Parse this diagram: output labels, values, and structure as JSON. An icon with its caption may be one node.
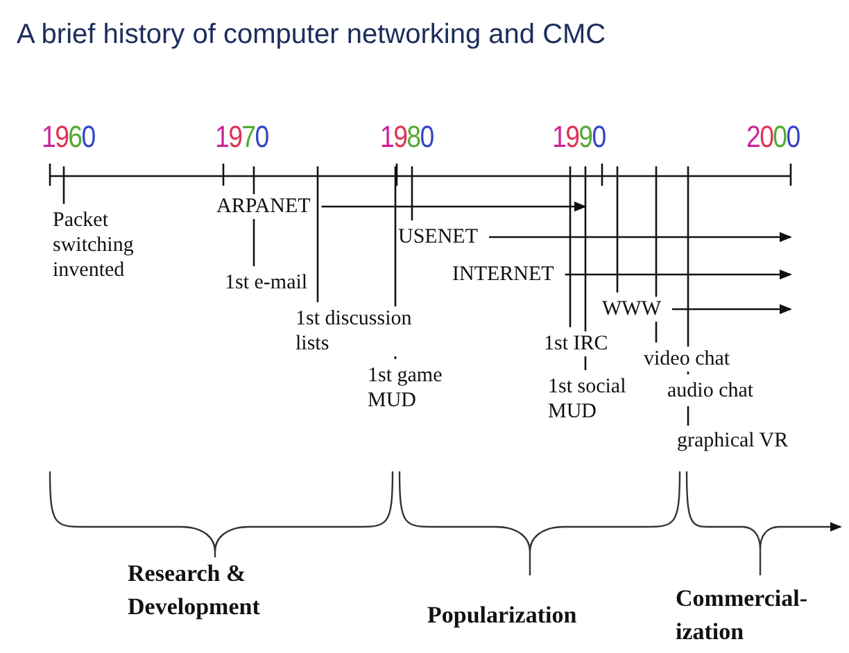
{
  "diagram": {
    "title": "A brief history of computer networking and CMC",
    "nodes": [
      {
        "text": [
          "Packet switching invented"
        ]
      },
      {
        "text": [
          "ARPANET"
        ]
      },
      {
        "text": [
          "1st e-mail"
        ]
      },
      {
        "text": [
          "USENET"
        ]
      },
      {
        "text": [
          "1st discussion lists"
        ]
      },
      {
        "text": [
          "INTERNET"
        ]
      },
      {
        "text": [
          "WWW"
        ]
      },
      {
        "text": [
          "1st IRC"
        ]
      },
      {
        "text": [
          "1st game MUD"
        ]
      },
      {
        "text": [
          "video chat"
        ]
      },
      {
        "text": [
          "1st social MUD"
        ]
      },
      {
        "text": [
          "audio chat"
        ]
      },
      {
        "text": [
          "graphical VR"
        ]
      }
    ],
    "edges": [
      {
        "from": 0,
        "to": null,
        "arrow": "none"
      },
      {
        "from": 1,
        "to": null,
        "arrow": "to"
      },
      {
        "from": 2,
        "to": null,
        "arrow": "none"
      },
      {
        "from": 3,
        "to": null,
        "arrow": "none"
      },
      {
        "from": 3,
        "to": null,
        "arrow": "to"
      },
      {
        "from": 4,
        "to": null,
        "arrow": "none"
      },
      {
        "from": 5,
        "to": null,
        "arrow": "to"
      },
      {
        "from": 6,
        "to": null,
        "arrow": "none"
      },
      {
        "from": 6,
        "to": null,
        "arrow": "to"
      },
      {
        "from": 7,
        "to": null,
        "arrow": "none"
      },
      {
        "from": 8,
        "to": null,
        "arrow": "none"
      },
      {
        "from": 9,
        "to": null,
        "arrow": "none"
      },
      {
        "from": 10,
        "to": null,
        "arrow": "none"
      },
      {
        "from": 11,
        "to": null,
        "arrow": "none"
      },
      {
        "from": 12,
        "to": 11,
        "arrow": "none"
      }
    ],
    "labels": [
      "1960",
      "1970",
      "1980",
      "1990",
      "2000",
      "Research & Development",
      "Popularization",
      "Commercial- ization"
    ]
  }
}
